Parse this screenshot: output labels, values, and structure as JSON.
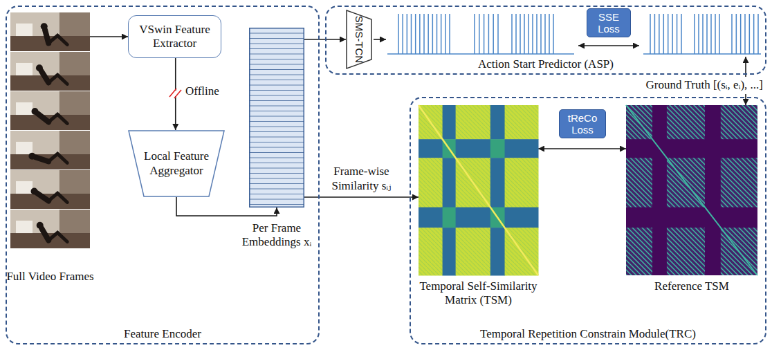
{
  "diagram": {
    "nodes": [
      {
        "text": [
          "Feature Encoder"
        ]
      },
      {
        "text": [
          "Full Video Frames"
        ],
        "in": 0
      },
      {
        "text": [
          "VSwin Feature Extractor"
        ],
        "in": 0
      },
      {
        "text": [
          "Local Feature Aggregator"
        ],
        "in": 0
      },
      {
        "text": [
          "Per Frame Embeddings xᵢ"
        ],
        "in": 0
      },
      {
        "text": [
          "Action Start Predictor (ASP)"
        ]
      },
      {
        "text": [
          "SMS-TCN"
        ],
        "in": 5
      },
      {
        "text": [
          "SSE Loss"
        ],
        "in": 5
      },
      {
        "text": [
          "Temporal Repetition Constrain Module(TRC)"
        ]
      },
      {
        "text": [
          "Temporal Self-Similarity Matrix (TSM)"
        ],
        "in": 8
      },
      {
        "text": [
          "tReCo Loss"
        ],
        "in": 8
      },
      {
        "text": [
          "Reference TSM"
        ],
        "in": 8
      }
    ],
    "edges": [
      {
        "from": 1,
        "to": 2,
        "arrow": "to"
      },
      {
        "from": 2,
        "to": 3,
        "arrow": "to"
      },
      {
        "from": 3,
        "to": 4,
        "arrow": "to"
      },
      {
        "from": 4,
        "to": 6,
        "arrow": "to"
      },
      {
        "from": 4,
        "to": 9,
        "arrow": "to",
        "label": "Frame-wise Similarity sᵢⱼ"
      },
      {
        "from": 9,
        "to": 11,
        "arrow": "both"
      }
    ],
    "labels": [
      "Offline",
      "Ground Truth [(sᵢ, eᵢ), ...]"
    ]
  }
}
